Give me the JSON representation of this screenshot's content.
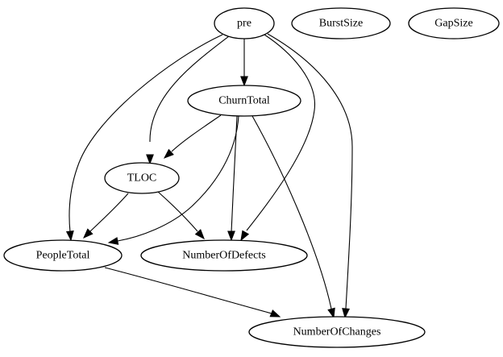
{
  "graph": {
    "nodes": [
      {
        "id": "pre",
        "label": "pre"
      },
      {
        "id": "burstsize",
        "label": "BurstSize"
      },
      {
        "id": "gapsize",
        "label": "GapSize"
      },
      {
        "id": "churntotal",
        "label": "ChurnTotal"
      },
      {
        "id": "tloc",
        "label": "TLOC"
      },
      {
        "id": "peopletotal",
        "label": "PeopleTotal"
      },
      {
        "id": "numberofdefects",
        "label": "NumberOfDefects"
      },
      {
        "id": "numberofchanges",
        "label": "NumberOfChanges"
      }
    ],
    "edges": [
      {
        "from": "pre",
        "to": "churntotal"
      },
      {
        "from": "pre",
        "to": "tloc"
      },
      {
        "from": "pre",
        "to": "peopletotal"
      },
      {
        "from": "pre",
        "to": "numberofdefects"
      },
      {
        "from": "pre",
        "to": "numberofchanges"
      },
      {
        "from": "churntotal",
        "to": "tloc"
      },
      {
        "from": "churntotal",
        "to": "peopletotal"
      },
      {
        "from": "churntotal",
        "to": "numberofdefects"
      },
      {
        "from": "churntotal",
        "to": "numberofchanges"
      },
      {
        "from": "tloc",
        "to": "peopletotal"
      },
      {
        "from": "tloc",
        "to": "numberofdefects"
      },
      {
        "from": "peopletotal",
        "to": "numberofchanges"
      }
    ]
  }
}
